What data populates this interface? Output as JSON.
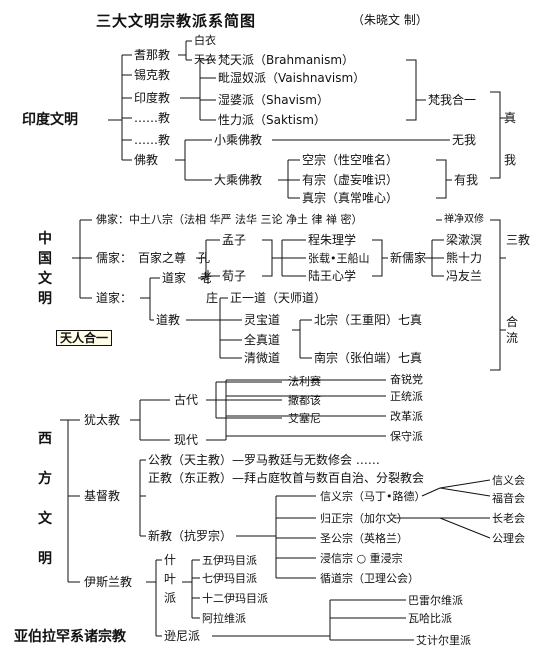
{
  "title": "三大文明宗教派系简图",
  "author": "（朱晓文  制）",
  "india": {
    "label": "印度文明",
    "sects": [
      "耆那教",
      "锡克教",
      "印度教",
      "……教",
      "……教",
      "佛教"
    ],
    "jain_branches": [
      "白衣",
      "天衣"
    ],
    "hindu_branches": [
      "梵天派（Brahmanism）",
      "毗湿奴派（Vaishnavism）",
      "湿婆派（Shavism）",
      "性力派（Saktism）"
    ],
    "brahman_atman": "梵我合一",
    "hinayana": "小乘佛教",
    "wuwo": "无我",
    "mahayana": "大乘佛教",
    "mahayana_schools": [
      "空宗（性空唯名）",
      "有宗（虚妄唯识）",
      "真宗（真常唯心）"
    ],
    "youwo": "有我",
    "zhen": "真",
    "wo": "我"
  },
  "china": {
    "label": [
      "中",
      "国",
      "文",
      "明"
    ],
    "buddhism": "佛家：中土八宗（法相 华严 法华 三论 净土 律 禅 密）",
    "chanjing": "禅净双修",
    "confucian": "儒家：",
    "hundred": "百家之尊",
    "mengzi": "孟子",
    "xunzi": "荀子",
    "kongzi": "孔",
    "lixue": [
      "程朱理学",
      "张载•王船山",
      "陆王心学"
    ],
    "neo": "新儒家",
    "neo_names": [
      "梁漱溟",
      "熊十力",
      "冯友兰"
    ],
    "sanjiao": "三教",
    "daoist": "道家：",
    "daojia": "道家",
    "laozi": "老",
    "zhuangzi": "庄",
    "daojiao": "道教",
    "dao_schools": [
      "正一道（天师道）",
      "灵宝道",
      "全真道",
      "清微道"
    ],
    "north": "北宗（王重阳）七真",
    "south": "南宗（张伯端）七真",
    "heliu": "合流",
    "tianren": "天人合一"
  },
  "west": {
    "label": [
      "西",
      "方",
      "文",
      "明"
    ],
    "judaism": "犹太教",
    "ancient": "古代",
    "modern": "现代",
    "ancient_sects": [
      "法利赛",
      "撒都该",
      "艾塞尼"
    ],
    "modern_sects": [
      "奋锐党",
      "正统派",
      "改革派",
      "保守派"
    ],
    "christianity": "基督教",
    "catholic": "公教（天主教）—罗马教廷与无数修会 ……",
    "orthodox": "正教（东正教）—拜占庭牧首与数百自治、分裂教会",
    "protestant": "新教（抗罗宗）",
    "prot_sects": [
      "信义宗（马丁•路德）",
      "归正宗（加尔文）",
      "圣公宗（英格兰）",
      "浸信宗  ○  重浸宗",
      "循道宗（卫理公会）"
    ],
    "reformed_sub": [
      "信义会",
      "福音会",
      "长老会",
      "公理会"
    ],
    "islam": "伊斯兰教",
    "shia": [
      "什",
      "叶",
      "派"
    ],
    "shia_sects": [
      "五伊玛目派",
      "七伊玛目派",
      "十二伊玛目派",
      "阿拉维派"
    ],
    "sunni": "逊尼派",
    "sunni_sects": [
      "巴雷尔维派",
      "瓦哈比派",
      "艾计尔里派"
    ]
  },
  "abrahamic": "亚伯拉罕系诸宗教"
}
